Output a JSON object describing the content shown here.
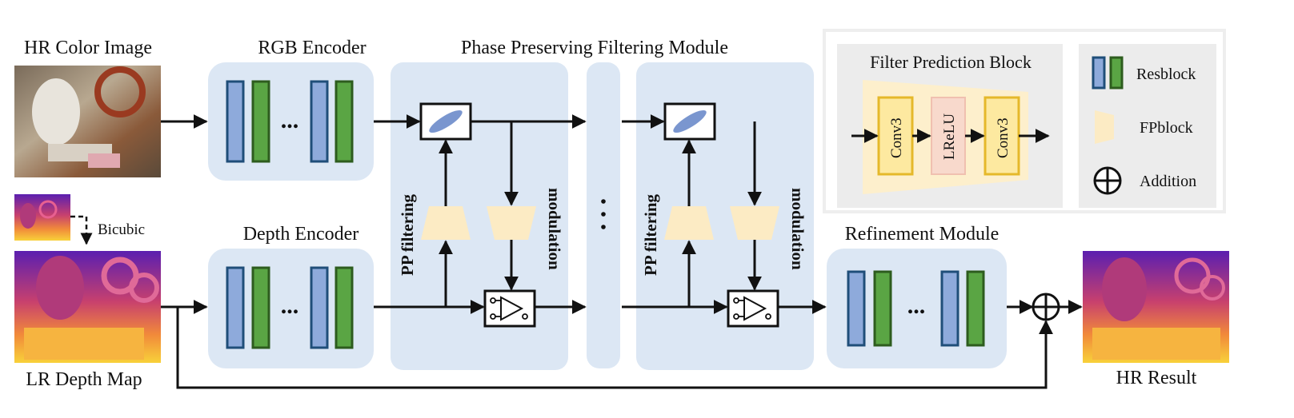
{
  "labels": {
    "hr_color_image": "HR Color Image",
    "rgb_encoder": "RGB Encoder",
    "pp_module": "Phase Preserving Filtering Module",
    "depth_encoder": "Depth Encoder",
    "lr_depth_map": "LR Depth Map",
    "bicubic": "Bicubic",
    "refinement_module": "Refinement Module",
    "hr_result": "HR Result",
    "pp_filtering": "PP filtering",
    "modulation": "modulation",
    "ellipsis": "..."
  },
  "filter_block": {
    "title": "Filter Prediction Block",
    "conv_a": "Conv3",
    "relu": "LReLU",
    "conv_b": "Conv3"
  },
  "legend": {
    "resblock": "Resblock",
    "fpblock": "FPblock",
    "addition": "Addition"
  },
  "colors": {
    "module_bg": "#dce7f4",
    "resblock_blue": "#8eaadb",
    "resblock_green": "#5aa544",
    "fpblock": "#fcebc4",
    "conv": "#fde9a0",
    "relu": "#f8d9cc"
  }
}
